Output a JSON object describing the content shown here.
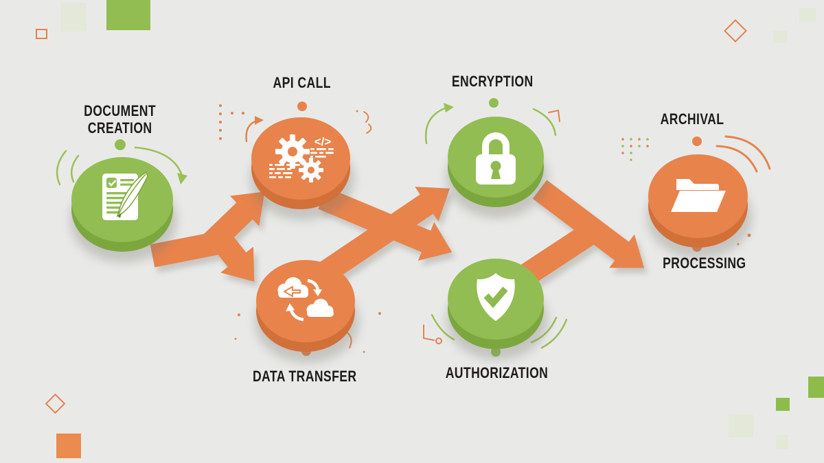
{
  "diagram": {
    "background_color": "#E9EAE8",
    "palette": {
      "orange": "#E8834C",
      "orange_side": "#D2703A",
      "green": "#92BD52",
      "green_side": "#7CA73F",
      "label_text": "#1D1C1A",
      "icon_white": "#FFFFFF"
    },
    "nodes": [
      {
        "id": "document-creation",
        "label_line1": "DOCUMENT",
        "label_line2": "CREATION",
        "disc_color": "green",
        "icon": "document-quill-icon"
      },
      {
        "id": "api-call",
        "label": "API CALL",
        "disc_color": "orange",
        "icon": "gears-code-icon"
      },
      {
        "id": "encryption",
        "label": "ENCRYPTION",
        "disc_color": "green",
        "icon": "padlock-icon"
      },
      {
        "id": "archival-processing",
        "label_top": "ARCHIVAL",
        "label_bottom": "PROCESSING",
        "disc_color": "orange",
        "icon": "open-folder-icon"
      },
      {
        "id": "data-transfer",
        "label": "DATA TRANSFER",
        "disc_color": "orange",
        "icon": "clouds-sync-icon"
      },
      {
        "id": "authorization",
        "label": "AUTHORIZATION",
        "disc_color": "green",
        "icon": "shield-check-icon"
      }
    ],
    "edges": [
      {
        "from": "document-creation",
        "to": "api-call"
      },
      {
        "from": "document-creation",
        "to": "data-transfer"
      },
      {
        "from": "api-call",
        "to": "authorization"
      },
      {
        "from": "data-transfer",
        "to": "encryption"
      },
      {
        "from": "encryption",
        "to": "archival-processing"
      },
      {
        "from": "authorization",
        "to": "archival-processing"
      }
    ],
    "icon_glyphs": {
      "code": "</>"
    }
  }
}
